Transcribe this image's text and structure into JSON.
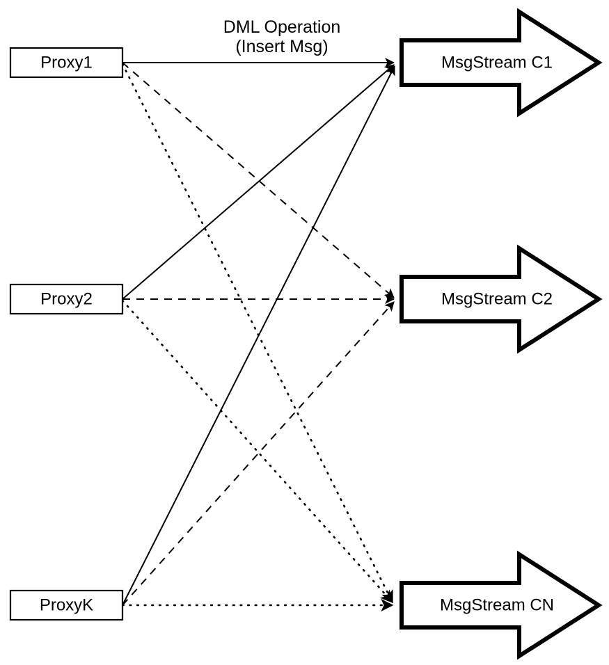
{
  "diagram": {
    "type": "bipartite-fanout",
    "background_color": "#ffffff",
    "stroke_color": "#000000",
    "annotation": {
      "line1": "DML Operation",
      "line2": "(Insert Msg)"
    },
    "sources": [
      {
        "id": "proxy1",
        "label": "Proxy1"
      },
      {
        "id": "proxy2",
        "label": "Proxy2"
      },
      {
        "id": "proxyk",
        "label": "ProxyK"
      }
    ],
    "targets": [
      {
        "id": "stream-c1",
        "label": "MsgStream C1",
        "line_style": "solid"
      },
      {
        "id": "stream-c2",
        "label": "MsgStream C2",
        "line_style": "dashed"
      },
      {
        "id": "stream-cn",
        "label": "MsgStream CN",
        "line_style": "dotted"
      }
    ],
    "edges": [
      {
        "from": "proxy1",
        "to": "stream-c1",
        "style": "solid"
      },
      {
        "from": "proxy1",
        "to": "stream-c2",
        "style": "dashed"
      },
      {
        "from": "proxy1",
        "to": "stream-cn",
        "style": "dotted"
      },
      {
        "from": "proxy2",
        "to": "stream-c1",
        "style": "solid"
      },
      {
        "from": "proxy2",
        "to": "stream-c2",
        "style": "dashed"
      },
      {
        "from": "proxy2",
        "to": "stream-cn",
        "style": "dotted"
      },
      {
        "from": "proxyk",
        "to": "stream-c1",
        "style": "solid"
      },
      {
        "from": "proxyk",
        "to": "stream-c2",
        "style": "dashed"
      },
      {
        "from": "proxyk",
        "to": "stream-cn",
        "style": "dotted"
      }
    ]
  }
}
